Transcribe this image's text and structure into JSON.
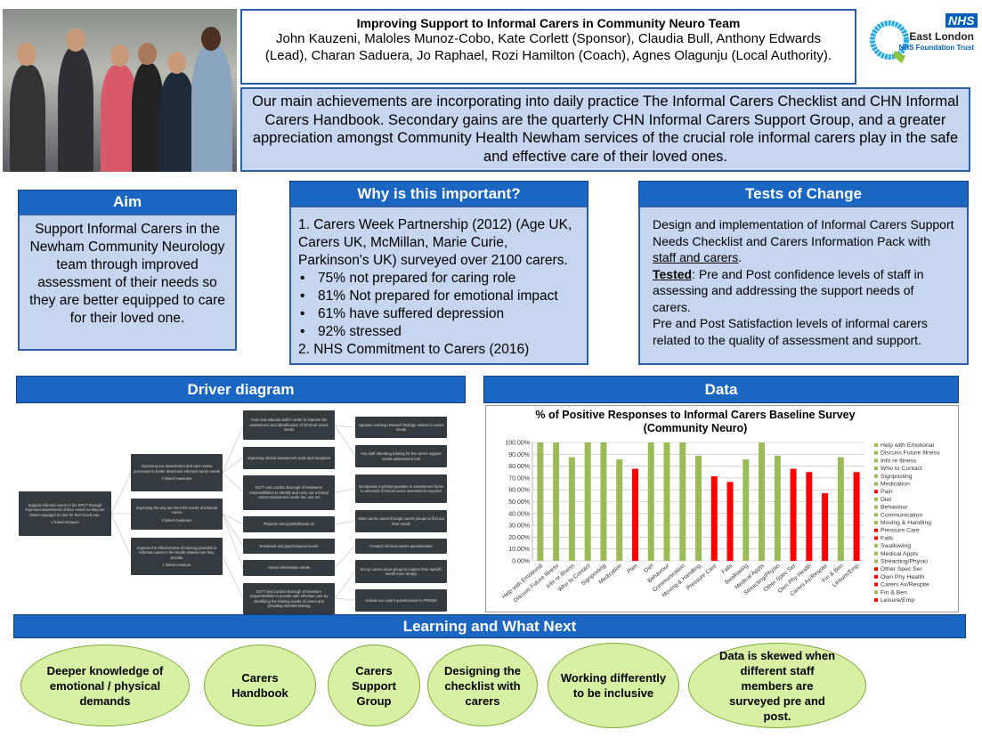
{
  "title": {
    "heading": "Improving Support to Informal Carers in Community Neuro Team",
    "authors": "John Kauzeni, Maloles Munoz-Cobo, Kate Corlett (Sponsor), Claudia Bull, Anthony Edwards (Lead), Charan Saduera, Jo Raphael, Rozi Hamilton (Coach), Agnes Olagunju (Local Authority)."
  },
  "logo": {
    "nhs": "NHS",
    "org": "East London",
    "trust": "NHS Foundation Trust"
  },
  "achievements": "Our main achievements are incorporating into daily practice The Informal Carers Checklist and CHN Informal Carers Handbook. Secondary gains are the quarterly CHN Informal Carers Support Group, and  a greater appreciation amongst Community Health Newham services of the crucial role informal carers play in the safe and effective care of their loved ones.",
  "aim": {
    "header": "Aim",
    "body": "Support Informal Carers in the Newham Community Neurology team through improved assessment of their needs so they are better equipped to care for their loved one."
  },
  "why": {
    "header": "Why is this important?",
    "intro": "1. Carers Week Partnership (2012) (Age UK, Carers UK, McMillan, Marie Curie, Parkinson's UK) surveyed over 2100 carers.",
    "bullets": [
      "75% not prepared for caring role",
      "81% Not prepared for emotional impact",
      "61% have suffered depression",
      "92% stressed"
    ],
    "outro": "2. NHS Commitment  to Carers (2016)"
  },
  "tests": {
    "header": "Tests of Change",
    "p1a": "Design and implementation of Informal Carers Support Needs Checklist and Carers Information Pack with ",
    "p1b": "staff and carers",
    "p1c": ".",
    "tested_label": "Tested",
    "p2": ": Pre and Post confidence levels of staff in assessing  and addressing the support needs of carers.",
    "p3": "Pre and Post Satisfaction levels of informal carers related to the quality of assessment and support."
  },
  "driver": {
    "header": "Driver diagram",
    "primary": {
      "text": "Support informal carers in the EPCT through improved assessment of their needs so they are better equipped to care for their loved one.",
      "measure": "1 linked measure"
    },
    "secondary": [
      {
        "text": "Improving our assessment and care review processes to better determine informal carers needs",
        "measure": "2 linked measures"
      },
      {
        "text": "Improving the way we meet the needs of informal carers",
        "measure": "3 linked measures"
      },
      {
        "text": "Improve the effectiveness of training provided to informal carers in the health related care they provide",
        "measure": "1 linked measure"
      }
    ],
    "tertiary": [
      "Train and educate staff in order to improve the assessment and identification of informal carers needs",
      "Improving clinical assessment tools and careplans",
      "ELFT and London Borough of Newhams responsibilities to identify and carry out a formal carers assessment under the care act",
      "Physical caring tasks/hands on",
      "Emotional and psycholopical needs",
      "Carers information needs",
      "ELFT and London Borough of Newham responsibilities to provide safe effective care by identifying the training needs of carers and providing relevant training"
    ],
    "changes": [
      "Appraise existing research findings related to carers needs",
      "Key staff attending training for the carers support needs assessment tool",
      "Incorporate a prompt question in assessment forms to ascertain if formal carers assessment required",
      "Meet carers carers through carers groups to find out their needs",
      "Conduct informal carers questionnaire",
      "Set up carers focus group to explore their specific needs more deeply",
      "Include our carers questionnaire in PREMS"
    ]
  },
  "data_header": "Data",
  "chart_data": {
    "type": "bar",
    "title": "% of Positive Responses to Informal Carers Baseline Survey (Community Neuro)",
    "ylim": [
      0,
      100
    ],
    "yticks": [
      "0.00%",
      "10.00%",
      "20.00%",
      "30.00%",
      "40.00%",
      "50.00%",
      "60.00%",
      "70.00%",
      "80.00%",
      "90.00%",
      "100.00%"
    ],
    "grid": true,
    "legend": "right",
    "categories": [
      "Help with Emotional",
      "Discuss Future Illness",
      "Info re Illness",
      "Who to Contact",
      "Signposting",
      "Medication",
      "Pain",
      "Diet",
      "Behaviour",
      "Communication",
      "Moving & Handling",
      "Pressure Care",
      "Falls",
      "Swallowing",
      "Medical Appts",
      "Streacting/Physio",
      "Other Spec Ser",
      "Own Phy Health",
      "Carers Ax/Respite",
      "Fin & Ben",
      "Leisure/Emp"
    ],
    "values": [
      100,
      100,
      87.5,
      100,
      100,
      85.7,
      77.8,
      100,
      100,
      100,
      88.9,
      71.4,
      66.7,
      85.7,
      100,
      88.9,
      77.8,
      75,
      57.1,
      87.5,
      75
    ],
    "colors": [
      "#9bbb59",
      "#9bbb59",
      "#9bbb59",
      "#9bbb59",
      "#9bbb59",
      "#9bbb59",
      "#ff0000",
      "#9bbb59",
      "#9bbb59",
      "#9bbb59",
      "#9bbb59",
      "#ff0000",
      "#ff0000",
      "#9bbb59",
      "#9bbb59",
      "#9bbb59",
      "#ff0000",
      "#ff0000",
      "#ff0000",
      "#9bbb59",
      "#ff0000"
    ]
  },
  "learning": {
    "header": "Learning and What Next",
    "items": [
      "Deeper knowledge of emotional / physical demands",
      "Carers Handbook",
      "Carers Support Group",
      "Designing the checklist with carers",
      "Working differently to be inclusive",
      "Data is skewed when different staff members are surveyed pre and post."
    ]
  }
}
